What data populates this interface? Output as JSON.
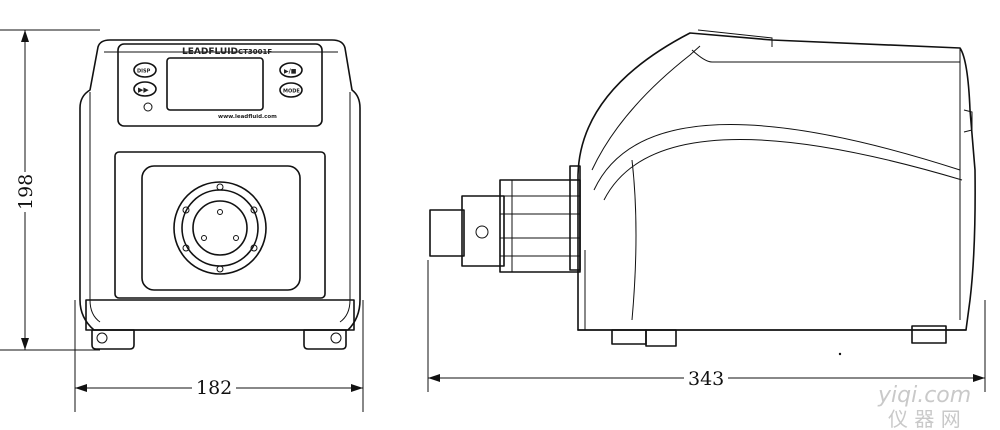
{
  "dimensions": {
    "height_label": "198",
    "width_label": "182",
    "depth_label": "343"
  },
  "front_panel": {
    "brand": "LEADFLUID",
    "model": "CT3001F",
    "website": "www.leadfluid.com",
    "buttons": {
      "disp": "DISP",
      "mode": "MODE",
      "fast_forward": "▶▶",
      "run_stop": "▶/■"
    }
  },
  "watermark": {
    "site": "yiqi.com",
    "cn": "仪 器 网"
  }
}
